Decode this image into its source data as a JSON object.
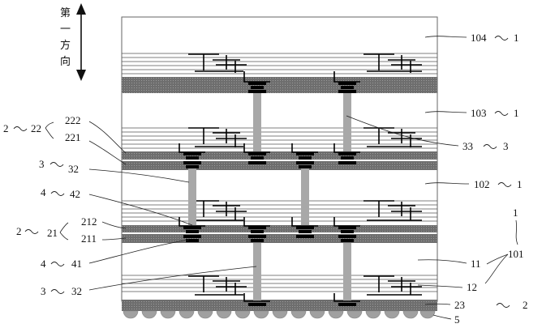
{
  "direction": {
    "chars": [
      "第",
      "一",
      "方",
      "向"
    ]
  },
  "labels": {
    "l104": "104",
    "l104_1": "1",
    "l103": "103",
    "l103_1": "1",
    "l102": "102",
    "l102_1": "1",
    "l33": "33",
    "l33_3": "3",
    "l11": "11",
    "l12": "12",
    "l101": "101",
    "l101_1": "1",
    "l23": "23",
    "l23_2": "2",
    "l5": "5",
    "l2a": "2",
    "l22": "22",
    "l222": "222",
    "l221": "221",
    "l3a": "3",
    "l32a": "32",
    "l4a": "4",
    "l42": "42",
    "l2b": "2",
    "l21": "21",
    "l212": "212",
    "l211": "211",
    "l4b": "4",
    "l41": "41",
    "l3b": "3",
    "l32b": "32"
  },
  "colors": {
    "dielectric": "#6e6e6e",
    "via": "#a8a8a8",
    "pad": "#000000",
    "ball": "#a0a0a0",
    "outline": "#444444"
  }
}
